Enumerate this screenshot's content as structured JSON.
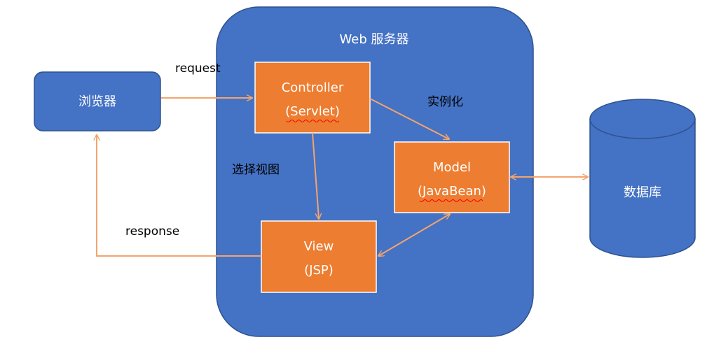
{
  "colors": {
    "container_fill": "#4472c4",
    "container_stroke": "#2f528f",
    "component_fill": "#ed7d31",
    "component_stroke": "#ffffff",
    "arrow": "#f4a46c",
    "spellcheck_underline": "#ff0000",
    "text_light": "#ffffff",
    "text_dark": "#000000"
  },
  "server": {
    "title": "Web 服务器"
  },
  "browser": {
    "label": "浏览器"
  },
  "database": {
    "label": "数据库"
  },
  "controller": {
    "name": "Controller",
    "type": "(Servlet)"
  },
  "model": {
    "name": "Model",
    "type": "(JavaBean)"
  },
  "view": {
    "name": "View",
    "type": "(JSP)"
  },
  "edges": {
    "request": "request",
    "response": "response",
    "instantiate": "实例化",
    "select_view": "选择视图"
  }
}
